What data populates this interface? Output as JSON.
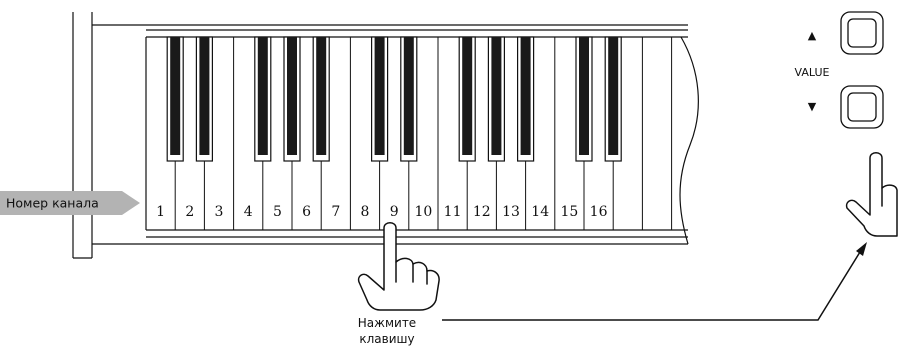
{
  "keyboard": {
    "channel_label": "Номер канала",
    "key_numbers": [
      "1",
      "2",
      "3",
      "4",
      "5",
      "6",
      "7",
      "8",
      "9",
      "10",
      "11",
      "12",
      "13",
      "14",
      "15",
      "16"
    ]
  },
  "value_panel": {
    "label": "VALUE",
    "up_glyph": "▲",
    "down_glyph": "▼"
  },
  "caption": {
    "line1": "Нажмите",
    "line2": "клавишу"
  },
  "colors": {
    "line": "#111111",
    "black_key": "#1a1a1a",
    "tag_fill": "#b3b3b3"
  }
}
